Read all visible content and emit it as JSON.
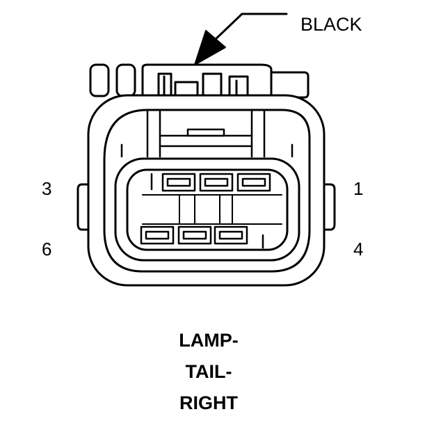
{
  "diagram": {
    "wire_color": "BLACK",
    "pins": {
      "p1": "1",
      "p3": "3",
      "p4": "4",
      "p6": "6"
    },
    "title_lines": [
      "LAMP-",
      "TAIL-",
      "RIGHT"
    ],
    "colors": {
      "stroke": "#000000",
      "background": "#ffffff"
    }
  }
}
